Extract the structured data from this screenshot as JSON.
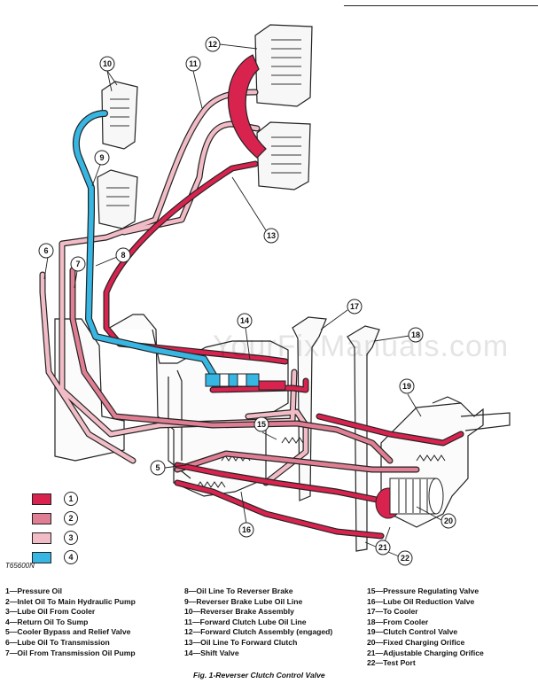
{
  "figure_id": "T65600N",
  "watermark": "YourFixManuals.com",
  "callouts": [
    "1",
    "2",
    "3",
    "4",
    "5",
    "6",
    "7",
    "8",
    "9",
    "10",
    "11",
    "12",
    "13",
    "14",
    "15",
    "16",
    "17",
    "18",
    "19",
    "20",
    "21",
    "22"
  ],
  "colors": {
    "pressure_oil": "#d8234f",
    "inlet_oil": "#e07f93",
    "lube_oil": "#f2bcc6",
    "return_oil": "#37b6e3",
    "line": "#222222"
  },
  "legend": [
    {
      "number": "1",
      "color": "#d8234f"
    },
    {
      "number": "2",
      "color": "#e07f93"
    },
    {
      "number": "3",
      "color": "#f2bcc6"
    },
    {
      "number": "4",
      "color": "#37b6e3"
    }
  ],
  "parts_list": {
    "col1": [
      "1—Pressure Oil",
      "2—Inlet Oil To Main Hydraulic Pump",
      "3—Lube Oil From Cooler",
      "4—Return Oil To Sump",
      "5—Cooler Bypass and Relief Valve",
      "6—Lube Oil To Transmission",
      "7—Oil From Transmission Oil Pump"
    ],
    "col2": [
      "8—Oil Line To Reverser Brake",
      "9—Reverser Brake Lube Oil Line",
      "10—Reverser Brake Assembly",
      "11—Forward Clutch Lube Oil Line",
      "12—Forward Clutch Assembly (engaged)",
      "13—Oil Line To Forward Clutch",
      "14—Shift Valve"
    ],
    "col3": [
      "15—Pressure Regulating Valve",
      "16—Lube Oil Reduction Valve",
      "17—To Cooler",
      "18—From Cooler",
      "19—Clutch Control Valve",
      "20—Fixed Charging Orifice",
      "21—Adjustable Charging Orifice",
      "22—Test Port"
    ]
  },
  "caption": "Fig. 1-Reverser Clutch Control Valve"
}
